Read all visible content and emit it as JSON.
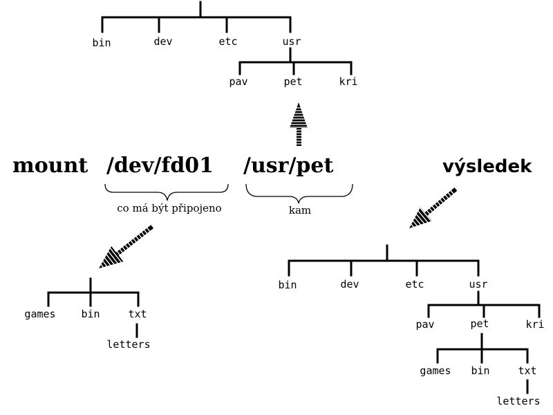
{
  "top_tree": {
    "root_children": [
      "bin",
      "dev",
      "etc",
      "usr"
    ],
    "usr_children": [
      "pav",
      "pet",
      "kri"
    ]
  },
  "command": {
    "keyword": "mount",
    "device": "/dev/fd01",
    "target": "/usr/pet"
  },
  "annotations": {
    "device_note": "co má být připojeno",
    "target_note": "kam"
  },
  "result_label": "výsledek",
  "floppy_tree": {
    "root_children": [
      "games",
      "bin",
      "txt"
    ],
    "txt_children": [
      "letters"
    ]
  },
  "result_tree": {
    "root_children": [
      "bin",
      "dev",
      "etc",
      "usr"
    ],
    "usr_children": [
      "pav",
      "pet",
      "kri"
    ],
    "pet_children": [
      "games",
      "bin",
      "txt"
    ],
    "txt_children": [
      "letters"
    ]
  }
}
